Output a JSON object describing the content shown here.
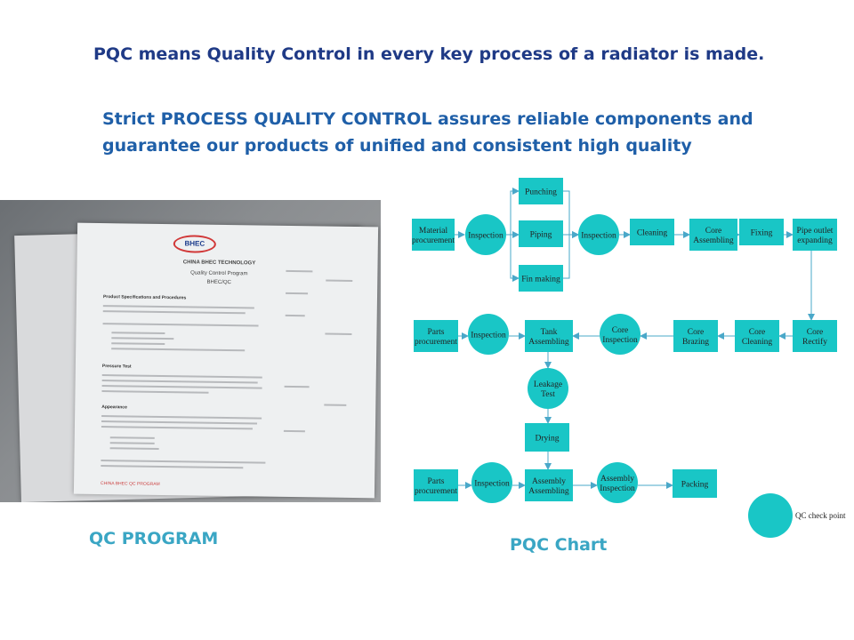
{
  "headline": "PQC means Quality Control in every key process of a radiator is made.",
  "subheadline": {
    "line1": "Strict PROCESS QUALITY CONTROL assures reliable components and",
    "line2": "guarantee our products of  unified and consistent  high quality"
  },
  "photo": {
    "logo_text": "BHEC",
    "doc_company": "CHINA BHEC TECHNOLOGY",
    "doc_title": "Quality Control Program",
    "doc_subtitle": "BHEC/QC",
    "section_1": "Product Specifications and Procedures",
    "section_2": "Pressure Test",
    "section_3": "Appearance",
    "footer": "CHINA BHEC QC PROGRAM"
  },
  "captions": {
    "photo": "QC PROGRAM",
    "chart": "PQC Chart"
  },
  "colors": {
    "node_fill": "#19c6c6",
    "arrow": "#4aa8c9",
    "headline": "#1f3a86",
    "subheadline": "#1f5fa8",
    "caption": "#3aa6c4"
  },
  "flowchart": {
    "nodes": [
      {
        "id": "material",
        "shape": "rect",
        "lines": [
          "Material",
          "procurement"
        ]
      },
      {
        "id": "insp1",
        "shape": "circle",
        "lines": [
          "Inspection"
        ]
      },
      {
        "id": "punching",
        "shape": "rect",
        "lines": [
          "Punching"
        ]
      },
      {
        "id": "piping",
        "shape": "rect",
        "lines": [
          "Piping"
        ]
      },
      {
        "id": "finmaking",
        "shape": "rect",
        "lines": [
          "Fin making"
        ]
      },
      {
        "id": "insp2",
        "shape": "circle",
        "lines": [
          "Inspection"
        ]
      },
      {
        "id": "cleaning",
        "shape": "rect",
        "lines": [
          "Cleaning"
        ]
      },
      {
        "id": "coreassembling",
        "shape": "rect",
        "lines": [
          "Core",
          "Assembling"
        ]
      },
      {
        "id": "fixing",
        "shape": "rect",
        "lines": [
          "Fixing"
        ]
      },
      {
        "id": "pipeoutlet",
        "shape": "rect",
        "lines": [
          "Pipe outlet",
          "expanding"
        ]
      },
      {
        "id": "corerectify",
        "shape": "rect",
        "lines": [
          "Core",
          "Rectify"
        ]
      },
      {
        "id": "corecleaning",
        "shape": "rect",
        "lines": [
          "Core",
          "Cleaning"
        ]
      },
      {
        "id": "corebrazing",
        "shape": "rect",
        "lines": [
          "Core",
          "Brazing"
        ]
      },
      {
        "id": "coreinspection",
        "shape": "circle",
        "lines": [
          "Core",
          "Inspection"
        ]
      },
      {
        "id": "tankassembling",
        "shape": "rect",
        "lines": [
          "Tank",
          "Assembling"
        ]
      },
      {
        "id": "insp3",
        "shape": "circle",
        "lines": [
          "Inspection"
        ]
      },
      {
        "id": "parts1",
        "shape": "rect",
        "lines": [
          "Parts",
          "procurement"
        ]
      },
      {
        "id": "leakage",
        "shape": "circle",
        "lines": [
          "Leakage",
          "Test"
        ]
      },
      {
        "id": "drying",
        "shape": "rect",
        "lines": [
          "Drying"
        ]
      },
      {
        "id": "assemblyassembling",
        "shape": "rect",
        "lines": [
          "Assembly",
          "Assembling"
        ]
      },
      {
        "id": "insp4",
        "shape": "circle",
        "lines": [
          "Inspection"
        ]
      },
      {
        "id": "parts2",
        "shape": "rect",
        "lines": [
          "Parts",
          "procurement"
        ]
      },
      {
        "id": "assemblyinspection",
        "shape": "circle",
        "lines": [
          "Assembly",
          "Inspection"
        ]
      },
      {
        "id": "packing",
        "shape": "rect",
        "lines": [
          "Packing"
        ]
      }
    ],
    "edges": [
      [
        "material",
        "insp1"
      ],
      [
        "insp1",
        "punching"
      ],
      [
        "insp1",
        "piping"
      ],
      [
        "insp1",
        "finmaking"
      ],
      [
        "punching",
        "insp2"
      ],
      [
        "piping",
        "insp2"
      ],
      [
        "finmaking",
        "insp2"
      ],
      [
        "insp2",
        "cleaning"
      ],
      [
        "cleaning",
        "coreassembling"
      ],
      [
        "coreassembling",
        "fixing"
      ],
      [
        "fixing",
        "pipeoutlet"
      ],
      [
        "pipeoutlet",
        "corerectify"
      ],
      [
        "corerectify",
        "corecleaning"
      ],
      [
        "corecleaning",
        "corebrazing"
      ],
      [
        "corebrazing",
        "coreinspection"
      ],
      [
        "coreinspection",
        "tankassembling"
      ],
      [
        "parts1",
        "insp3"
      ],
      [
        "insp3",
        "tankassembling"
      ],
      [
        "tankassembling",
        "leakage"
      ],
      [
        "leakage",
        "drying"
      ],
      [
        "drying",
        "assemblyassembling"
      ],
      [
        "parts2",
        "insp4"
      ],
      [
        "insp4",
        "assemblyassembling"
      ],
      [
        "assemblyassembling",
        "assemblyinspection"
      ],
      [
        "assemblyinspection",
        "packing"
      ]
    ],
    "legend": {
      "label": "QC  check point",
      "shape": "circle"
    }
  }
}
